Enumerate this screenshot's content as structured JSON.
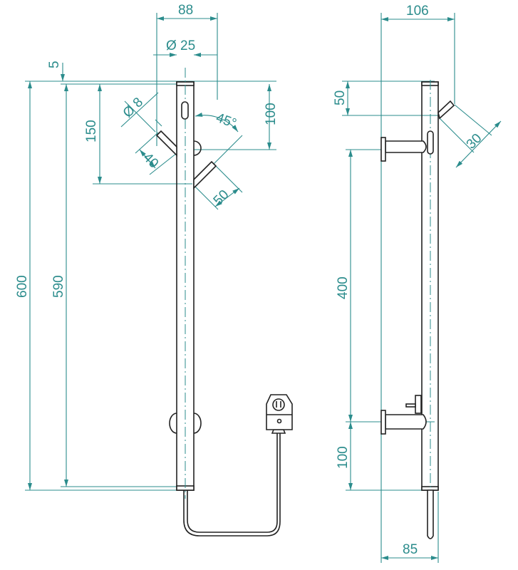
{
  "front_view": {
    "dims": {
      "overall_width": "88",
      "pipe_diameter": "Ø 25",
      "top_offset": "5",
      "overall_height": "600",
      "pipe_length": "590",
      "lower_arm_height": "150",
      "upper_arm_height": "100",
      "arm_angle": "45°",
      "arm_diameter": "Ø 8",
      "left_arm_length": "40",
      "right_arm_length": "50"
    }
  },
  "side_view": {
    "dims": {
      "overall_depth": "106",
      "arm_height": "50",
      "arm_length": "30",
      "bracket_spacing": "400",
      "bottom_bracket_height": "100",
      "wall_distance": "85"
    }
  },
  "colors": {
    "dimension": "#2b8c8c",
    "outline": "#222222"
  }
}
